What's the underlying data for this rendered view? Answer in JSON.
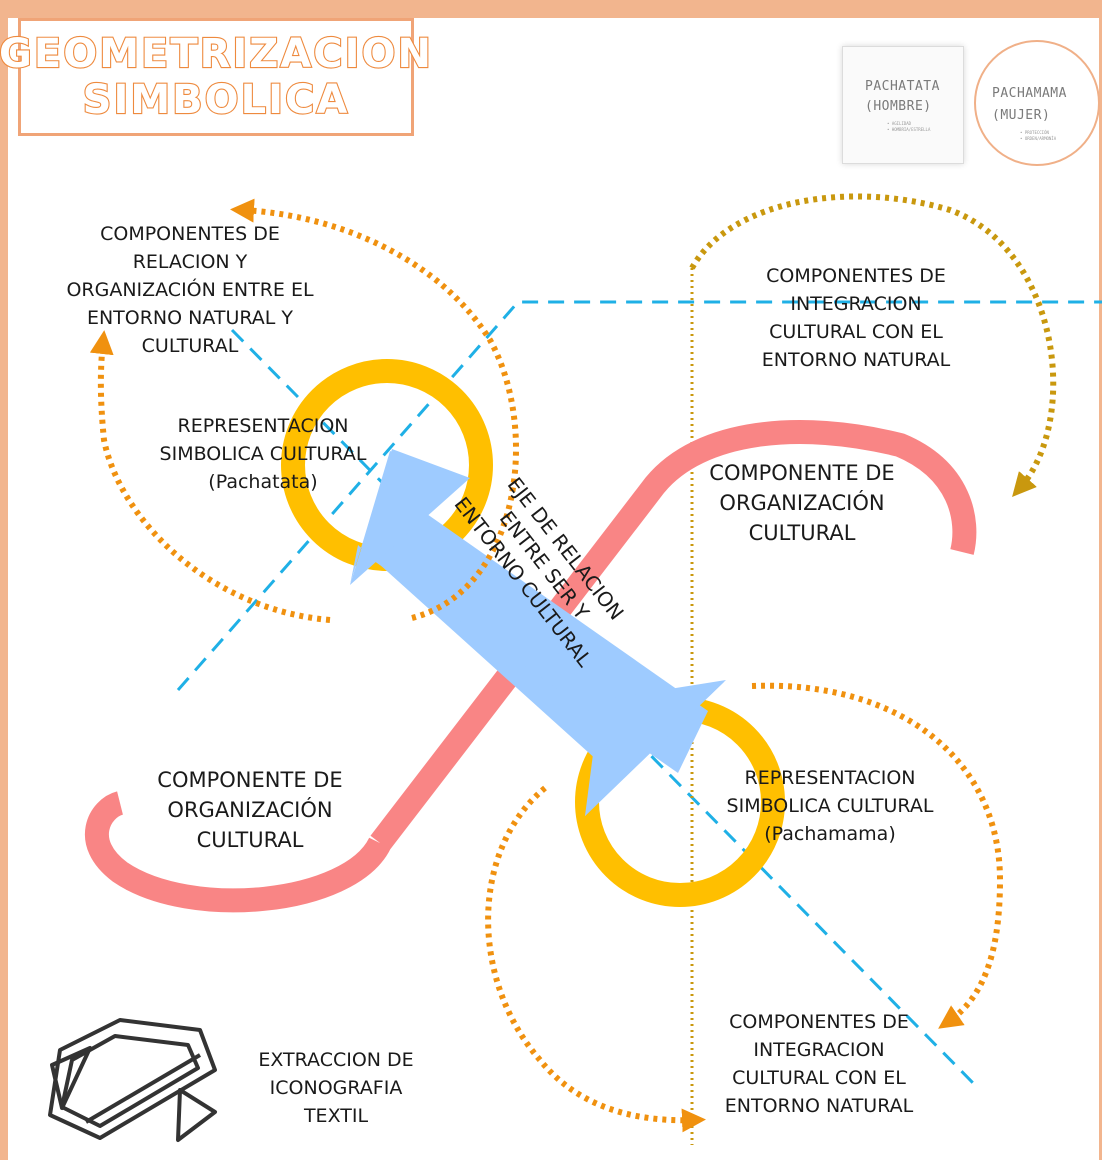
{
  "title": {
    "line1": "GEOMETRIZACION",
    "line2": "SIMBOLICA"
  },
  "thumbnails": {
    "man": {
      "title": "PACHATATA",
      "subtitle": "(HOMBRE)",
      "notes": [
        "• AGILIDAD",
        "• HOMBRIA/ESTRELLA"
      ]
    },
    "woman": {
      "title": "PACHAMAMA",
      "subtitle": "(MUJER)",
      "notes": [
        "• PROTECCIÓN",
        "• ORDEN/ARMONÍA"
      ]
    }
  },
  "labels": {
    "top_left_components": [
      "COMPONENTES DE",
      "RELACION Y",
      "ORGANIZACIÓN ENTRE EL",
      "ENTORNO NATURAL Y",
      "CULTURAL"
    ],
    "top_right_components": [
      "COMPONENTES DE",
      "INTEGRACION",
      "CULTURAL CON EL",
      "ENTORNO NATURAL"
    ],
    "pachatata": [
      "REPRESENTACION",
      "SIMBOLICA CULTURAL",
      "(Pachatata)"
    ],
    "organization_right": [
      "COMPONENTE DE",
      "ORGANIZACIÓN",
      "CULTURAL"
    ],
    "axis": [
      "EJE DE RELACION",
      "ENTRE SER Y",
      "ENTORNO CULTURAL"
    ],
    "organization_left": [
      "COMPONENTE DE",
      "ORGANIZACIÓN",
      "CULTURAL"
    ],
    "pachamama": [
      "REPRESENTACION",
      "SIMBOLICA CULTURAL",
      "(Pachamama)"
    ],
    "bottom_right_components": [
      "COMPONENTES DE",
      "INTEGRACION",
      "CULTURAL CON EL",
      "ENTORNO NATURAL"
    ],
    "iconography": [
      "EXTRACCION DE",
      "ICONOGRAFIA",
      "TEXTIL"
    ]
  },
  "colors": {
    "frame": "#f2b58e",
    "title_outline": "#ee8a3e",
    "ring": "#ffbf00",
    "s_curve": "#f98585",
    "axis_arrow": "#9ecbff",
    "dashed_line": "#1fb0e6",
    "dotted_orange": "#f0910f",
    "dotted_olive": "#c9980e"
  }
}
